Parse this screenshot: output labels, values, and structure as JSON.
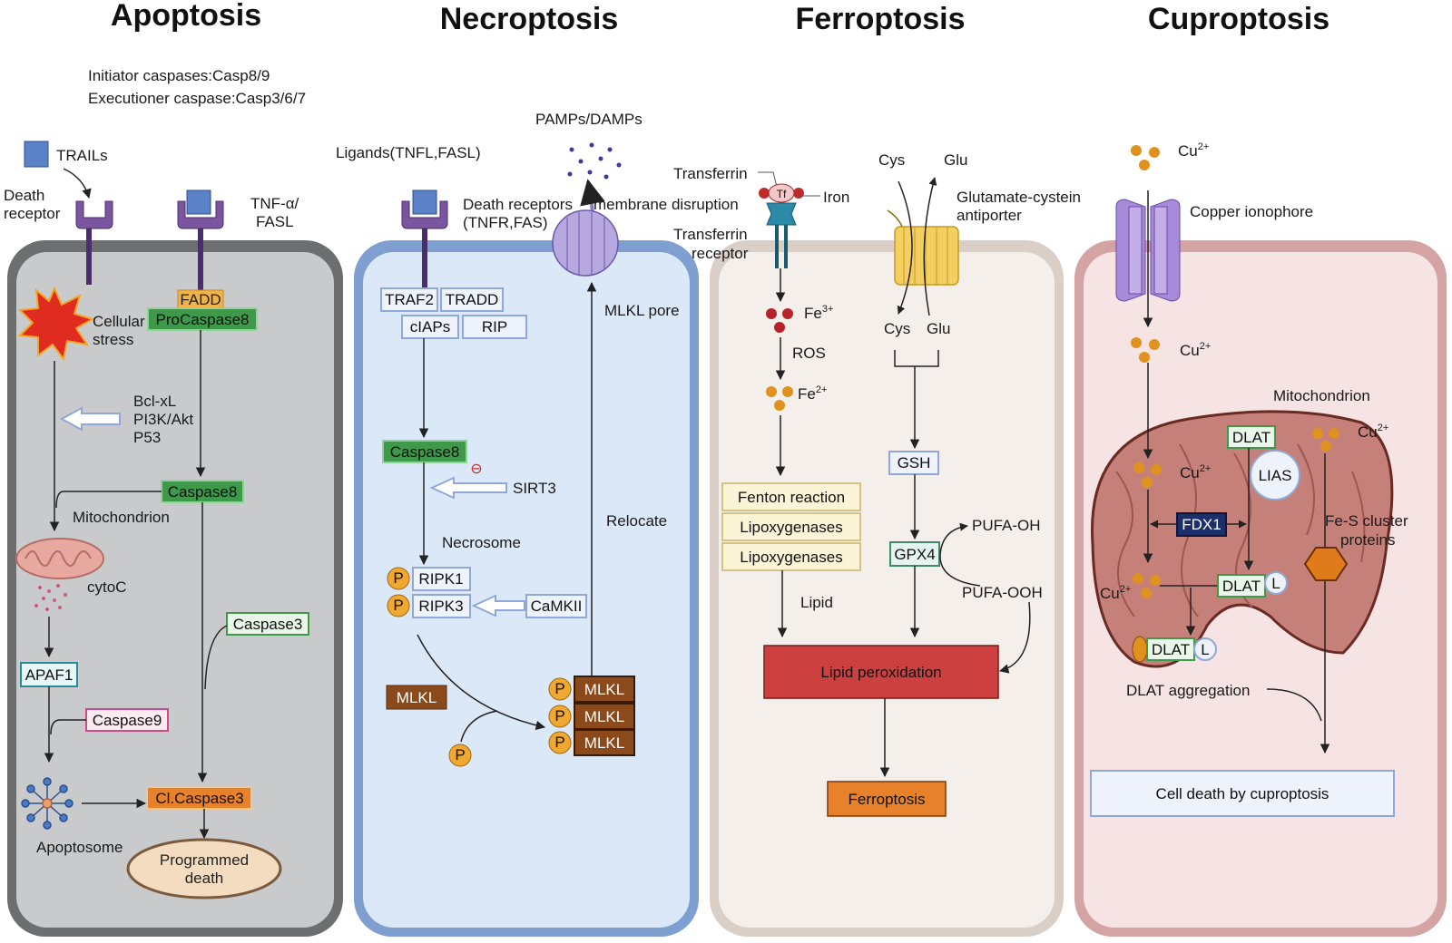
{
  "panels": {
    "apoptosis": {
      "title": "Apoptosis",
      "initiator": "Initiator caspases:Casp8/9",
      "executioner": "Executioner caspase:Casp3/6/7",
      "trails": "TRAILs",
      "death_receptor_line1": "Death",
      "death_receptor_line2": "receptor",
      "tnf_line1": "TNF-α/",
      "tnf_line2": "FASL",
      "fadd": "FADD",
      "procaspase8": "ProCaspase8",
      "cellular_stress_line1": "Cellular",
      "cellular_stress_line2": "stress",
      "inhib_line1": "Bcl-xL",
      "inhib_line2": "PI3K/Akt",
      "inhib_line3": "P53",
      "caspase8": "Caspase8",
      "mitochondrion": "Mitochondrion",
      "cytoc": "cytoC",
      "caspase3": "Caspase3",
      "apaf1": "APAF1",
      "caspase9": "Caspase9",
      "cl_caspase3": "Cl.Caspase3",
      "apoptosome": "Apoptosome",
      "programmed_line1": "Programmed",
      "programmed_line2": "death"
    },
    "necroptosis": {
      "title": "Necroptosis",
      "pamps": "PAMPs/DAMPs",
      "ligands": "Ligands(TNFL,FASL)",
      "death_receptors_line1": "Death receptors",
      "death_receptors_line2": "(TNFR,FAS)",
      "membrane_disruption": "membrane disruption",
      "traf2": "TRAF2",
      "tradd": "TRADD",
      "ciaps": "cIAPs",
      "rip": "RIP",
      "mlkl_pore": "MLKL pore",
      "caspase8": "Caspase8",
      "sirt3": "SIRT3",
      "relocate": "Relocate",
      "necrosome": "Necrosome",
      "ripk1": "RIPK1",
      "ripk3": "RIPK3",
      "camkii": "CaMKII",
      "mlkl": "MLKL",
      "p": "P",
      "inhibit_symbol": "⊖"
    },
    "ferroptosis": {
      "title": "Ferroptosis",
      "transferrin": "Transferrin",
      "tf": "Tf",
      "iron": "Iron",
      "transferrin_receptor_line1": "Transferrin",
      "transferrin_receptor_line2": "receptor",
      "fe3": "Fe",
      "fe3_sup": "3+",
      "ros": "ROS",
      "fe2": "Fe",
      "fe2_sup": "2+",
      "cys_top": "Cys",
      "glu_top": "Glu",
      "antiporter_line1": "Glutamate-cystein",
      "antiporter_line2": "antiporter",
      "cys_bottom": "Cys",
      "glu_bottom": "Glu",
      "gsh": "GSH",
      "gpx4": "GPX4",
      "pufa_oh": "PUFA-OH",
      "pufa_ooh": "PUFA-OOH",
      "fenton": "Fenton reaction",
      "lipoxygenases_1": "Lipoxygenases",
      "lipoxygenases_2": "Lipoxygenases",
      "lipid": "Lipid",
      "lipid_peroxidation": "Lipid peroxidation",
      "ferroptosis_box": "Ferroptosis"
    },
    "cuproptosis": {
      "title": "Cuproptosis",
      "cu": "Cu",
      "cu_sup": "2+",
      "copper_ionophore": "Copper ionophore",
      "mitochondrion": "Mitochondrion",
      "dlat": "DLAT",
      "lias": "LIAS",
      "fdx1": "FDX1",
      "fes_line1": "Fe-S cluster",
      "fes_line2": "proteins",
      "l": "L",
      "dlat_aggregation": "DLAT aggregation",
      "cell_death": "Cell death by cuproptosis"
    }
  },
  "colors": {
    "apoptosis_cell": "#c9cacc",
    "necroptosis_cell": "#dbe8f8",
    "ferroptosis_cell": "#f4efea",
    "cuproptosis_cell": "#f6e3e3",
    "green_box": "#3e9a4a",
    "orange_box": "#e8822a",
    "brown_box": "#8b4a1c",
    "lipid_perox": "#cd4040",
    "receptor_purple": "#7b55a0"
  }
}
